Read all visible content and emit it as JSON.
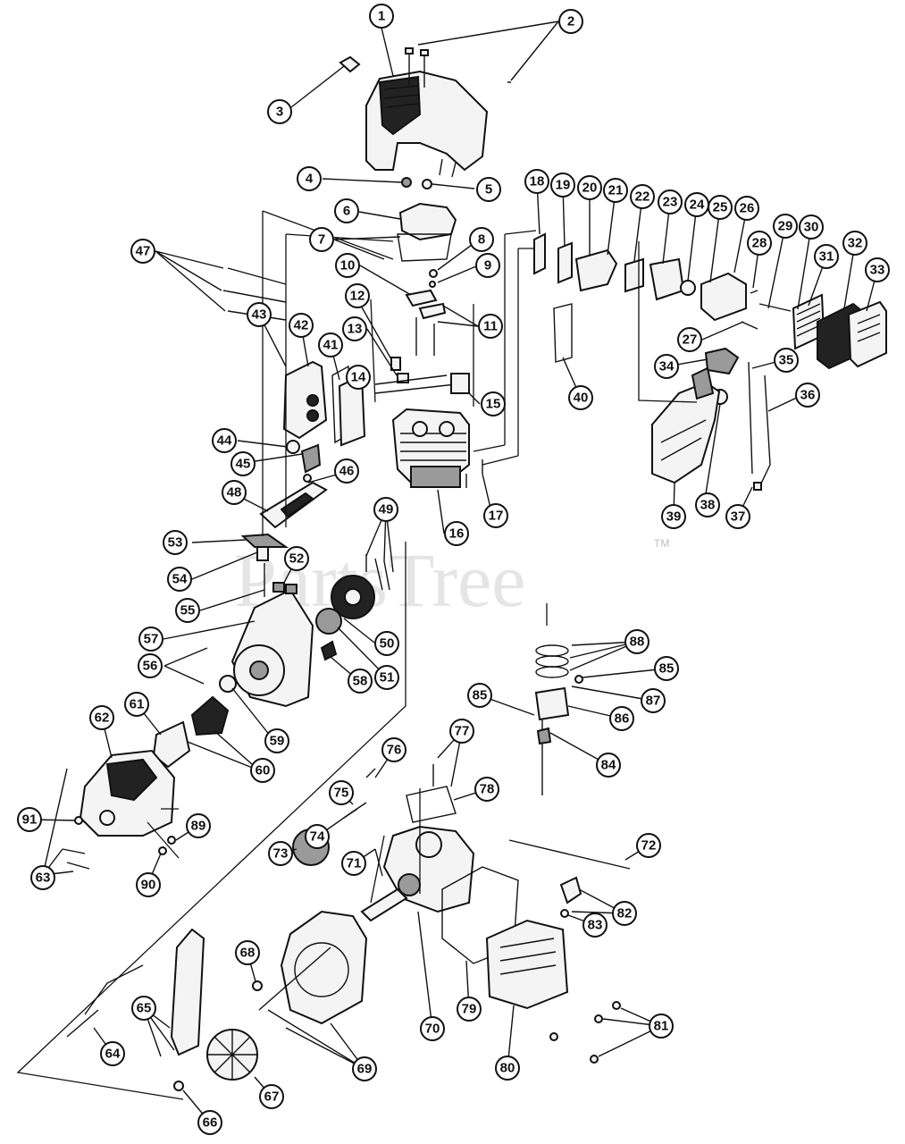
{
  "watermark": {
    "text": "PartsTree",
    "trademark": "TM"
  },
  "callouts": [
    "1",
    "2",
    "3",
    "4",
    "5",
    "6",
    "7",
    "8",
    "9",
    "10",
    "11",
    "12",
    "13",
    "14",
    "15",
    "16",
    "17",
    "18",
    "19",
    "20",
    "21",
    "22",
    "23",
    "24",
    "25",
    "26",
    "27",
    "28",
    "29",
    "30",
    "31",
    "32",
    "33",
    "34",
    "35",
    "36",
    "37",
    "38",
    "39",
    "40",
    "41",
    "42",
    "43",
    "44",
    "45",
    "46",
    "47",
    "48",
    "49",
    "50",
    "51",
    "52",
    "53",
    "54",
    "55",
    "56",
    "57",
    "58",
    "59",
    "60",
    "61",
    "62",
    "63",
    "64",
    "65",
    "66",
    "67",
    "68",
    "69",
    "70",
    "71",
    "72",
    "73",
    "74",
    "75",
    "76",
    "77",
    "78",
    "79",
    "80",
    "81",
    "82",
    "83",
    "84",
    "85",
    "85",
    "86",
    "87",
    "88",
    "89",
    "90",
    "91"
  ]
}
